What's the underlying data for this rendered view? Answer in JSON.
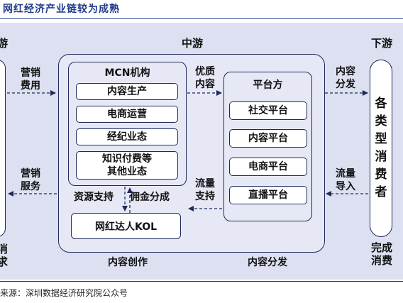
{
  "title": "网红经济产业链较为成熟",
  "source": "来源：深圳数据经济研究院公众号",
  "headers": {
    "upstream": "游",
    "midstream": "中游",
    "downstream": "下游"
  },
  "left_bottom": [
    "消",
    "求"
  ],
  "flows": {
    "marketing_fee": [
      "营销",
      "费用"
    ],
    "marketing_service": [
      "营销",
      "服务"
    ],
    "quality_content": [
      "优质",
      "内容"
    ],
    "traffic_support": [
      "流量",
      "支持"
    ],
    "content_distribution": [
      "内容",
      "分发"
    ],
    "traffic_import": [
      "流量",
      "导入"
    ],
    "resource_support": "资源支持",
    "commission": "佣金分成"
  },
  "mcn": {
    "title": "MCN机构",
    "items": [
      "内容生产",
      "电商运营",
      "经纪业态",
      [
        "知识付费等",
        "其他业态"
      ]
    ]
  },
  "kol": "网红达人KOL",
  "platform": {
    "title": "平台方",
    "items": [
      "社交平台",
      "内容平台",
      "电商平台",
      "直播平台"
    ]
  },
  "consumer_chars": [
    "各",
    "类",
    "型",
    "消",
    "费",
    "者"
  ],
  "complete_consumption": [
    "完成",
    "消费"
  ],
  "footer_labels": {
    "content_creation": "内容创作",
    "content_distribution": "内容分发"
  },
  "colors": {
    "title": "#1f3c8a",
    "panel": "#dde0f0",
    "stroke": "#1f2a5a"
  }
}
